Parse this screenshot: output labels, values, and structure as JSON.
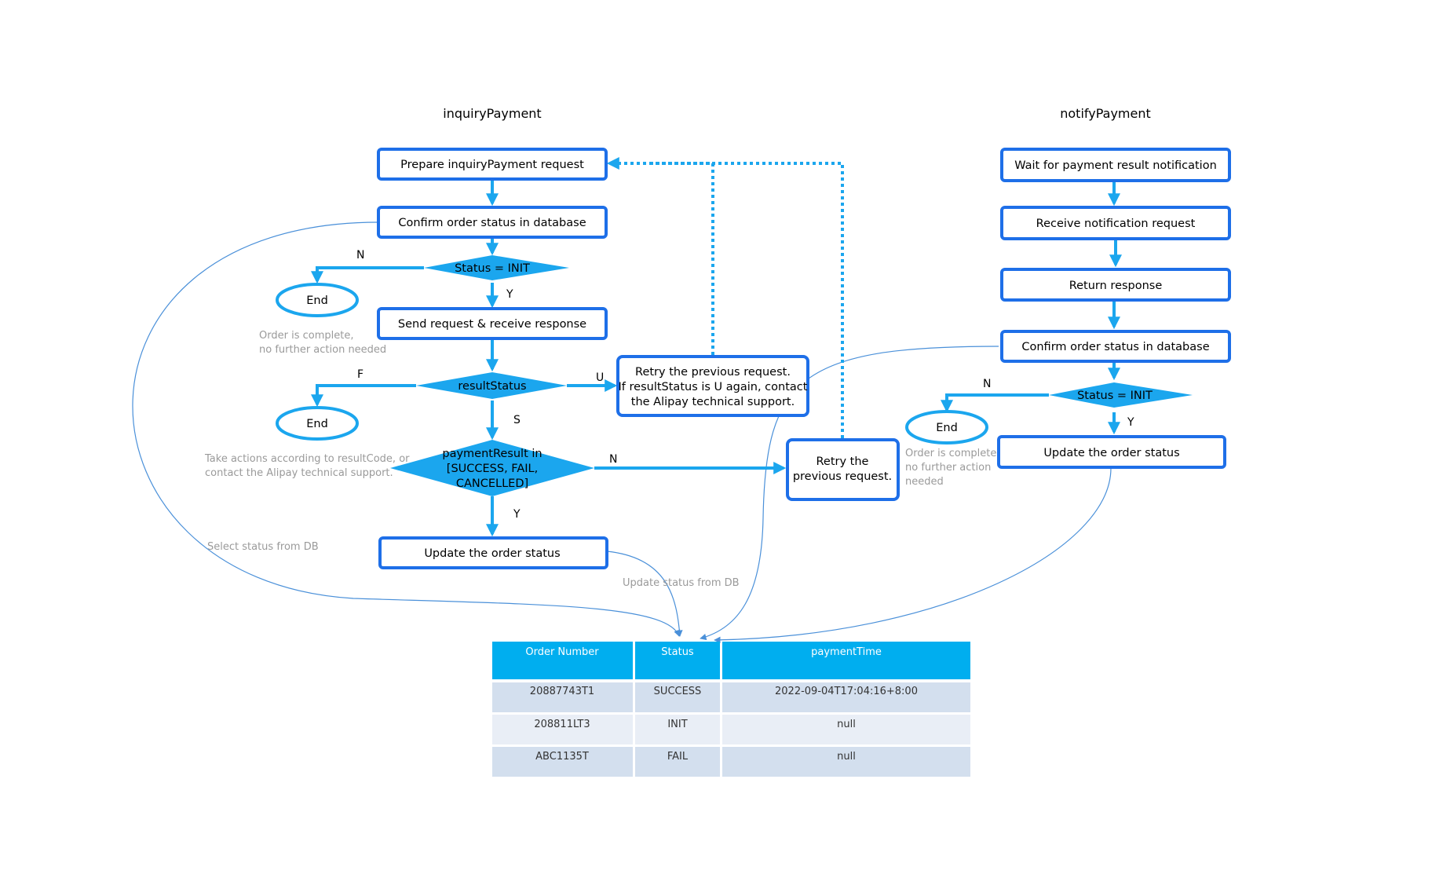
{
  "colors": {
    "box_stroke": "#1E6FE8",
    "flow_arrow": "#1BA6EE",
    "diamond_fill": "#1BA6EE",
    "ellipse_stroke": "#1BA6EE",
    "db_line": "#4A90D9",
    "note_text": "#9A9A9A",
    "table_header": "#00AEEF",
    "row_dark": "#D3DFEE",
    "row_light": "#E9EEF6"
  },
  "titles": {
    "inquiry": "inquiryPayment",
    "notify": "notifyPayment"
  },
  "inquiry": {
    "prepare": "Prepare inquiryPayment request",
    "confirm": "Confirm order status in database",
    "status_init": "Status = INIT",
    "send": "Send request & receive response",
    "result_status": "resultStatus",
    "payment_result": [
      "paymentResult in",
      "[SUCCESS, FAIL,",
      "CANCELLED]"
    ],
    "update": "Update the order status",
    "retry_u": [
      "Retry the previous request.",
      "If resultStatus is U again, contact",
      "the Alipay technical support."
    ],
    "retry_n": [
      "Retry the",
      "previous request."
    ],
    "end1": "End",
    "end2": "End",
    "note_end1": [
      "Order is complete,",
      "no further action needed"
    ],
    "note_end2": [
      "Take actions according to resultCode, or",
      "contact the Alipay technical support."
    ],
    "label_n1": "N",
    "label_y1": "Y",
    "label_f": "F",
    "label_u": "U",
    "label_s": "S",
    "label_n2": "N",
    "label_y2": "Y"
  },
  "notify": {
    "wait": "Wait for payment result notification",
    "receive": "Receive notification request",
    "return": "Return response",
    "confirm": "Confirm order status in database",
    "status_init": "Status = INIT",
    "update": "Update the order status",
    "end": "End",
    "note_end": [
      "Order is complete,",
      "no further action",
      "needed"
    ],
    "label_n": "N",
    "label_y": "Y"
  },
  "db_labels": {
    "select": "Select status from DB",
    "update": "Update status from DB"
  },
  "table": {
    "headers": [
      "Order Number",
      "Status",
      "paymentTime"
    ],
    "rows": [
      [
        "20887743T1",
        "SUCCESS",
        "2022-09-04T17:04:16+8:00"
      ],
      [
        "208811LT3",
        "INIT",
        "null"
      ],
      [
        "ABC1135T",
        "FAIL",
        "null"
      ]
    ]
  }
}
